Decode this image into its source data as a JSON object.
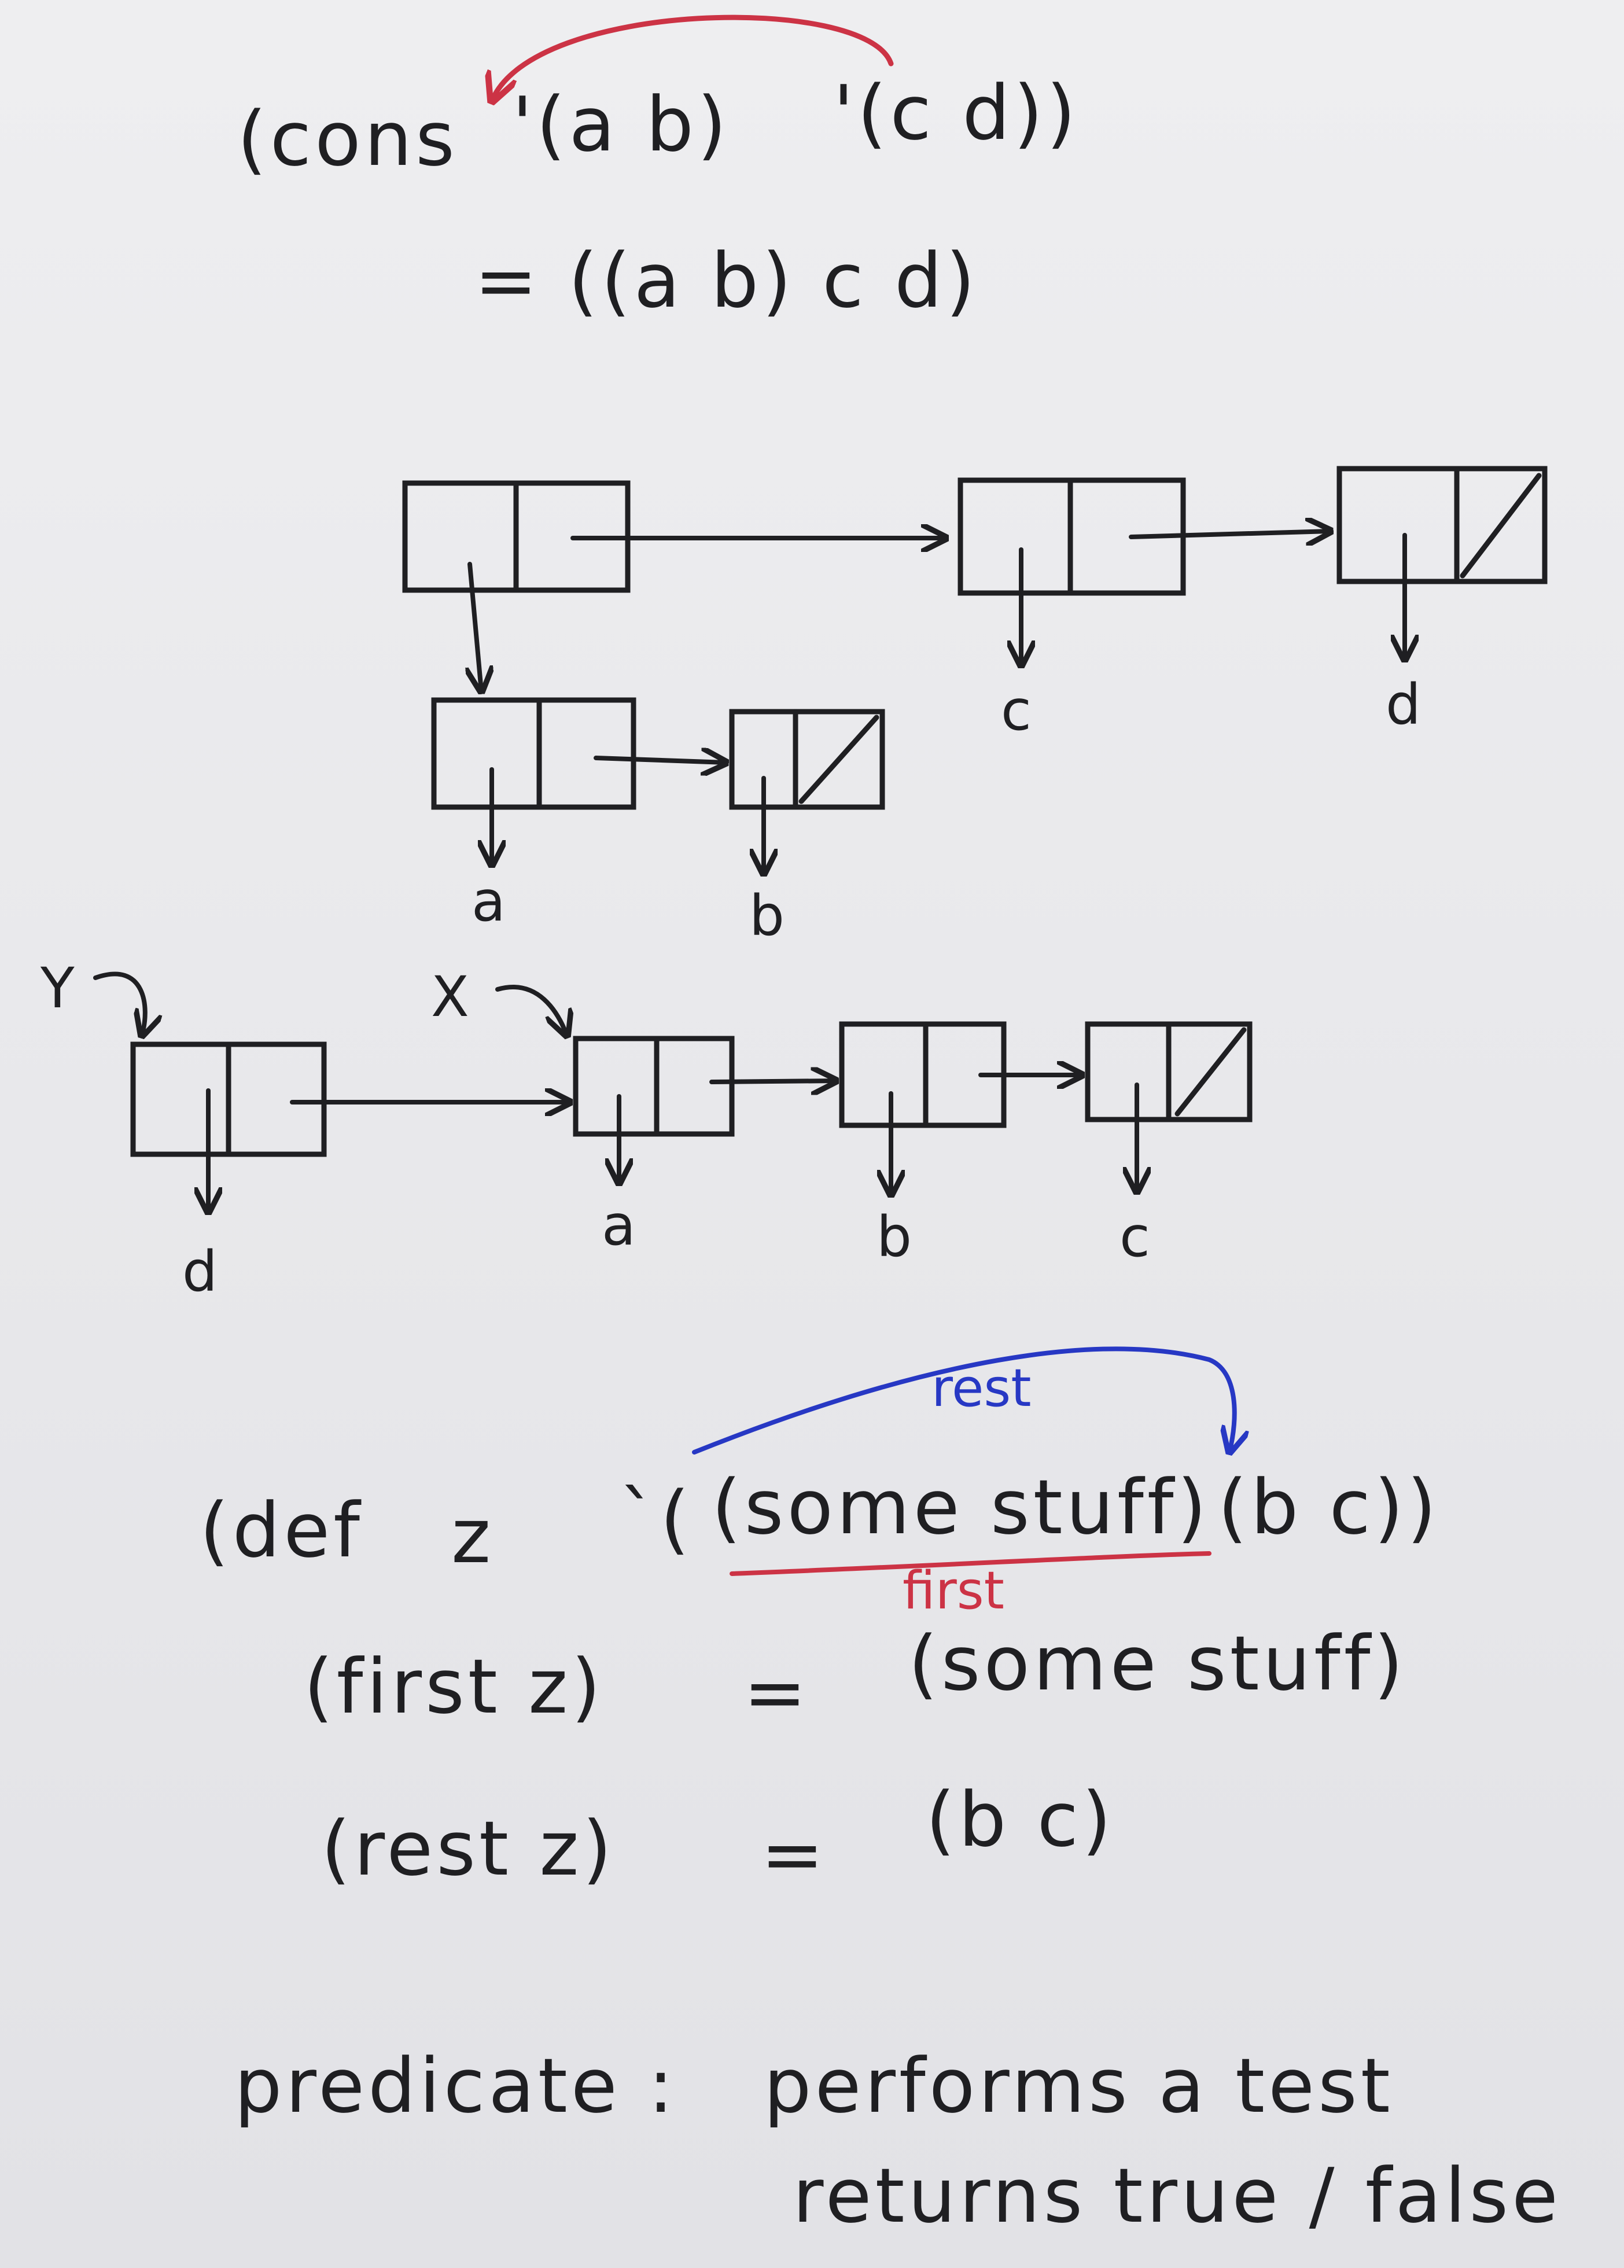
{
  "colors": {
    "ink": "#1f1f22",
    "red": "#cc3345",
    "blue": "#2738c4",
    "paper": "#e9e9eb"
  },
  "cons_expr": {
    "open": "(cons",
    "arg1": "'(a b)",
    "arg2": "'(c d))",
    "result": "= ((a b) c d)"
  },
  "diagram1": {
    "a": "a",
    "b": "b",
    "c": "c",
    "d": "d"
  },
  "diagram2": {
    "y": "Y",
    "x": "X",
    "d": "d",
    "a": "a",
    "b": "b",
    "c": "c"
  },
  "def_expr": {
    "def": "(def",
    "name": "z",
    "tick": "`(",
    "first_part": "(some stuff)",
    "rest_part": "(b c))",
    "rest_label": "rest",
    "first_label": "first"
  },
  "first_line": {
    "lhs": "(first z)",
    "eq": "=",
    "rhs": "(some stuff)"
  },
  "rest_line": {
    "lhs": "(rest z)",
    "eq": "=",
    "rhs": "(b c)"
  },
  "predicate": {
    "term": "predicate :",
    "line1": "performs a test",
    "line2": "returns true / false"
  }
}
